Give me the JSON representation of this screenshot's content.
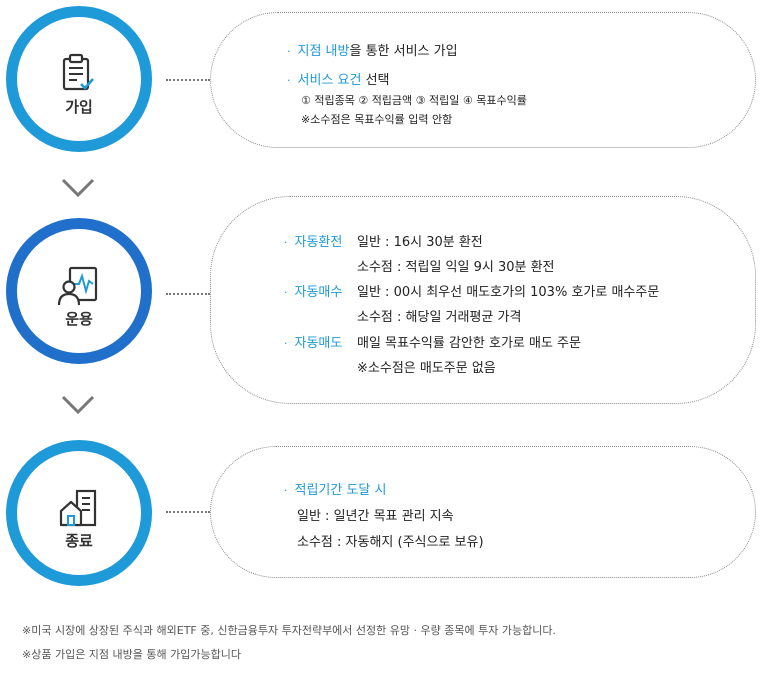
{
  "steps": [
    {
      "label": "가입",
      "icon": "clipboard-check-icon",
      "lines": [
        {
          "hl": "지점 내방",
          "text": "을 통한 서비스 가입"
        },
        {
          "hl": "서비스 요건",
          "text": " 선택"
        },
        {
          "text": "① 적립종목  ② 적립금액  ③ 적립일  ④ 목표수익률"
        },
        {
          "text": "※소수점은 목표수익률 입력 안함"
        }
      ]
    },
    {
      "label": "운용",
      "icon": "person-chart-icon",
      "lines": [
        {
          "hl": "자동환전",
          "text": "일반 : 16시 30분 환전"
        },
        {
          "text": "소수점 : 적립일 익일 9시 30분 환전"
        },
        {
          "hl": "자동매수",
          "text": "일반 : 00시 최우선 매도호가의 103% 호가로 매수주문"
        },
        {
          "text": "소수점 : 해당일 거래평균 가격"
        },
        {
          "hl": "자동매도",
          "text": "매일 목표수익률 감안한 호가로 매도 주문"
        },
        {
          "text": "※소수점은 매도주문 없음"
        }
      ]
    },
    {
      "label": "종료",
      "icon": "house-building-icon",
      "lines": [
        {
          "hl": "적립기간 도달 시"
        },
        {
          "text": "일반 : 일년간 목표 관리 지속"
        },
        {
          "text": "소수점 : 자동해지 (주식으로 보유)"
        }
      ]
    }
  ],
  "footnotes": [
    "※미국 시장에 상장된 주식과 해외ETF 중, 신한금융투자 투자전략부에서 선정한 유망 · 우량 종목에 투자 가능합니다.",
    "※상품 가입은 지점 내방을 통해 가입가능합니다"
  ],
  "bullet": "·",
  "colors": {
    "accent": "#1e9ad8",
    "circle_mid": "#1f6fcb"
  }
}
